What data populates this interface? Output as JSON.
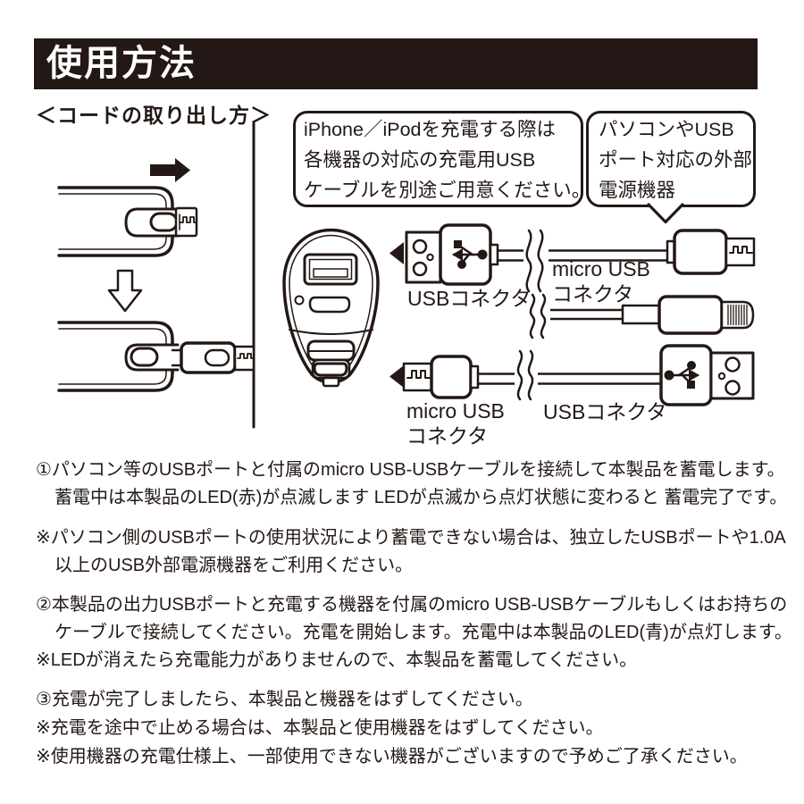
{
  "page": {
    "title": "使用方法",
    "subtitle": "＜コードの取り出し方＞"
  },
  "colors": {
    "ink": "#231815",
    "banner_bg": "#231815",
    "banner_text": "#ffffff",
    "background": "#ffffff"
  },
  "callouts": {
    "charge_cable_note": {
      "lines": [
        "iPhone／iPodを充電する際は",
        "各機器の対応の充電用USB",
        "ケーブルを別途ご用意ください。"
      ]
    },
    "power_source_note": {
      "lines": [
        "パソコンやUSB",
        "ポート対応の外部",
        "電源機器"
      ]
    }
  },
  "diagram": {
    "labels": {
      "usb_connector_top": "USBコネクタ",
      "micro_usb_connector_top": [
        "micro USB",
        "コネクタ"
      ],
      "micro_usb_connector_bottom": [
        "micro USB",
        "コネクタ"
      ],
      "usb_connector_bottom": "USBコネクタ"
    },
    "icons": [
      "right-arrow-icon",
      "down-arrow-icon",
      "cord-stowed-device",
      "cord-pulled-device",
      "charger-front",
      "usb-a-connector",
      "micro-usb-connector",
      "lightning-connector",
      "cable-break"
    ]
  },
  "instructions": [
    {
      "lines": [
        "①パソコン等のUSBポートと付属のmicro USB-USBケーブルを接続して本製品を蓄電します。",
        "蓄電中は本製品のLED(赤)が点滅します LEDが点滅から点灯状態に変わると 蓄電完了です。"
      ]
    },
    {
      "lines": [
        "※パソコン側のUSBポートの使用状況により蓄電できない場合は、独立したUSBポートや1.0A",
        "以上のUSB外部電源機器をご利用ください。"
      ]
    },
    {
      "lines": [
        "②本製品の出力USBポートと充電する機器を付属のmicro USB-USBケーブルもしくはお持ちの",
        "ケーブルで接続してください。充電を開始します。充電中は本製品のLED(青)が点灯します。"
      ]
    },
    {
      "lines": [
        "※LEDが消えたら充電能力がありませんので、本製品を蓄電してください。"
      ]
    },
    {
      "lines": [
        "③充電が完了しましたら、本製品と機器をはずしてください。"
      ]
    },
    {
      "lines": [
        "※充電を途中で止める場合は、本製品と使用機器をはずしてください。"
      ]
    },
    {
      "lines": [
        "※使用機器の充電仕様上、一部使用できない機器がございますので予めご了承ください。"
      ]
    }
  ]
}
